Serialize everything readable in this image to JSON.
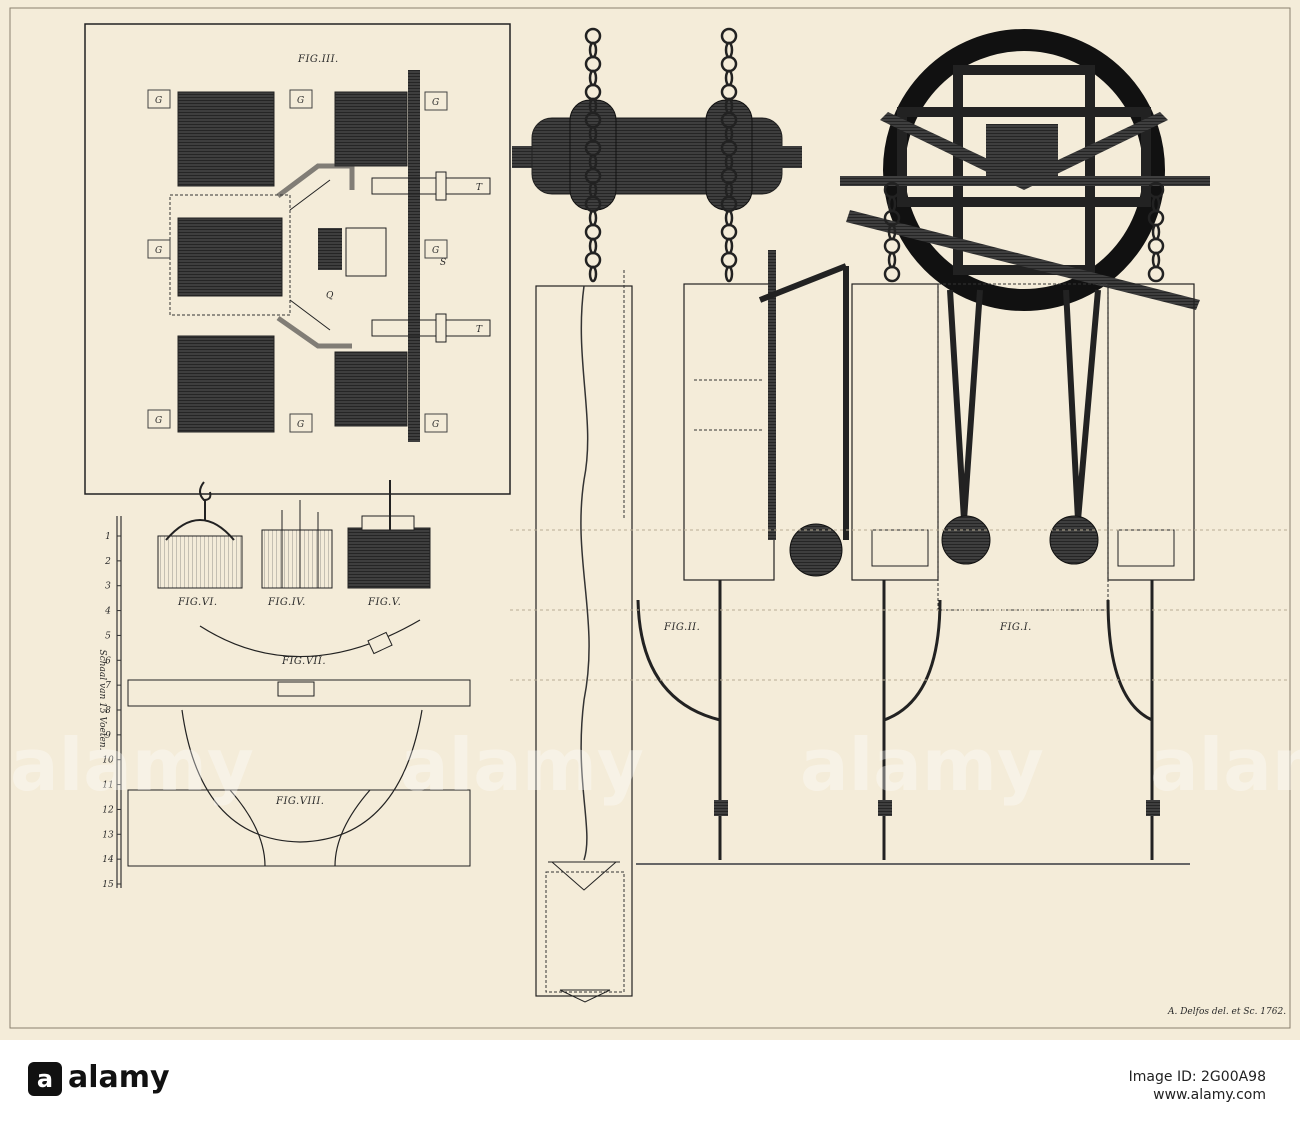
{
  "figures": {
    "fig1": "FIG.I.",
    "fig2": "FIG.II.",
    "fig3": "FIG.III.",
    "fig4": "FIG.IV.",
    "fig5": "FIG.V.",
    "fig6": "FIG.VI.",
    "fig7": "FIG.VII.",
    "fig8": "FIG.VIII."
  },
  "scale": {
    "title": "Schaal van 15 Voeten.",
    "ticks": [
      "1",
      "2",
      "3",
      "4",
      "5",
      "6",
      "7",
      "8",
      "9",
      "10",
      "11",
      "12",
      "13",
      "14",
      "15"
    ]
  },
  "signature": "A. Delfos del. et Sc. 1762.",
  "watermark": "alamy",
  "footer": {
    "logo": "alamy",
    "image_id_label": "Image ID: 2G00A98",
    "url": "www.alamy.com"
  },
  "colors": {
    "paper": "#f4ecd9",
    "ink": "#2a2a2a",
    "dark_fill": "#3a3a3a"
  }
}
